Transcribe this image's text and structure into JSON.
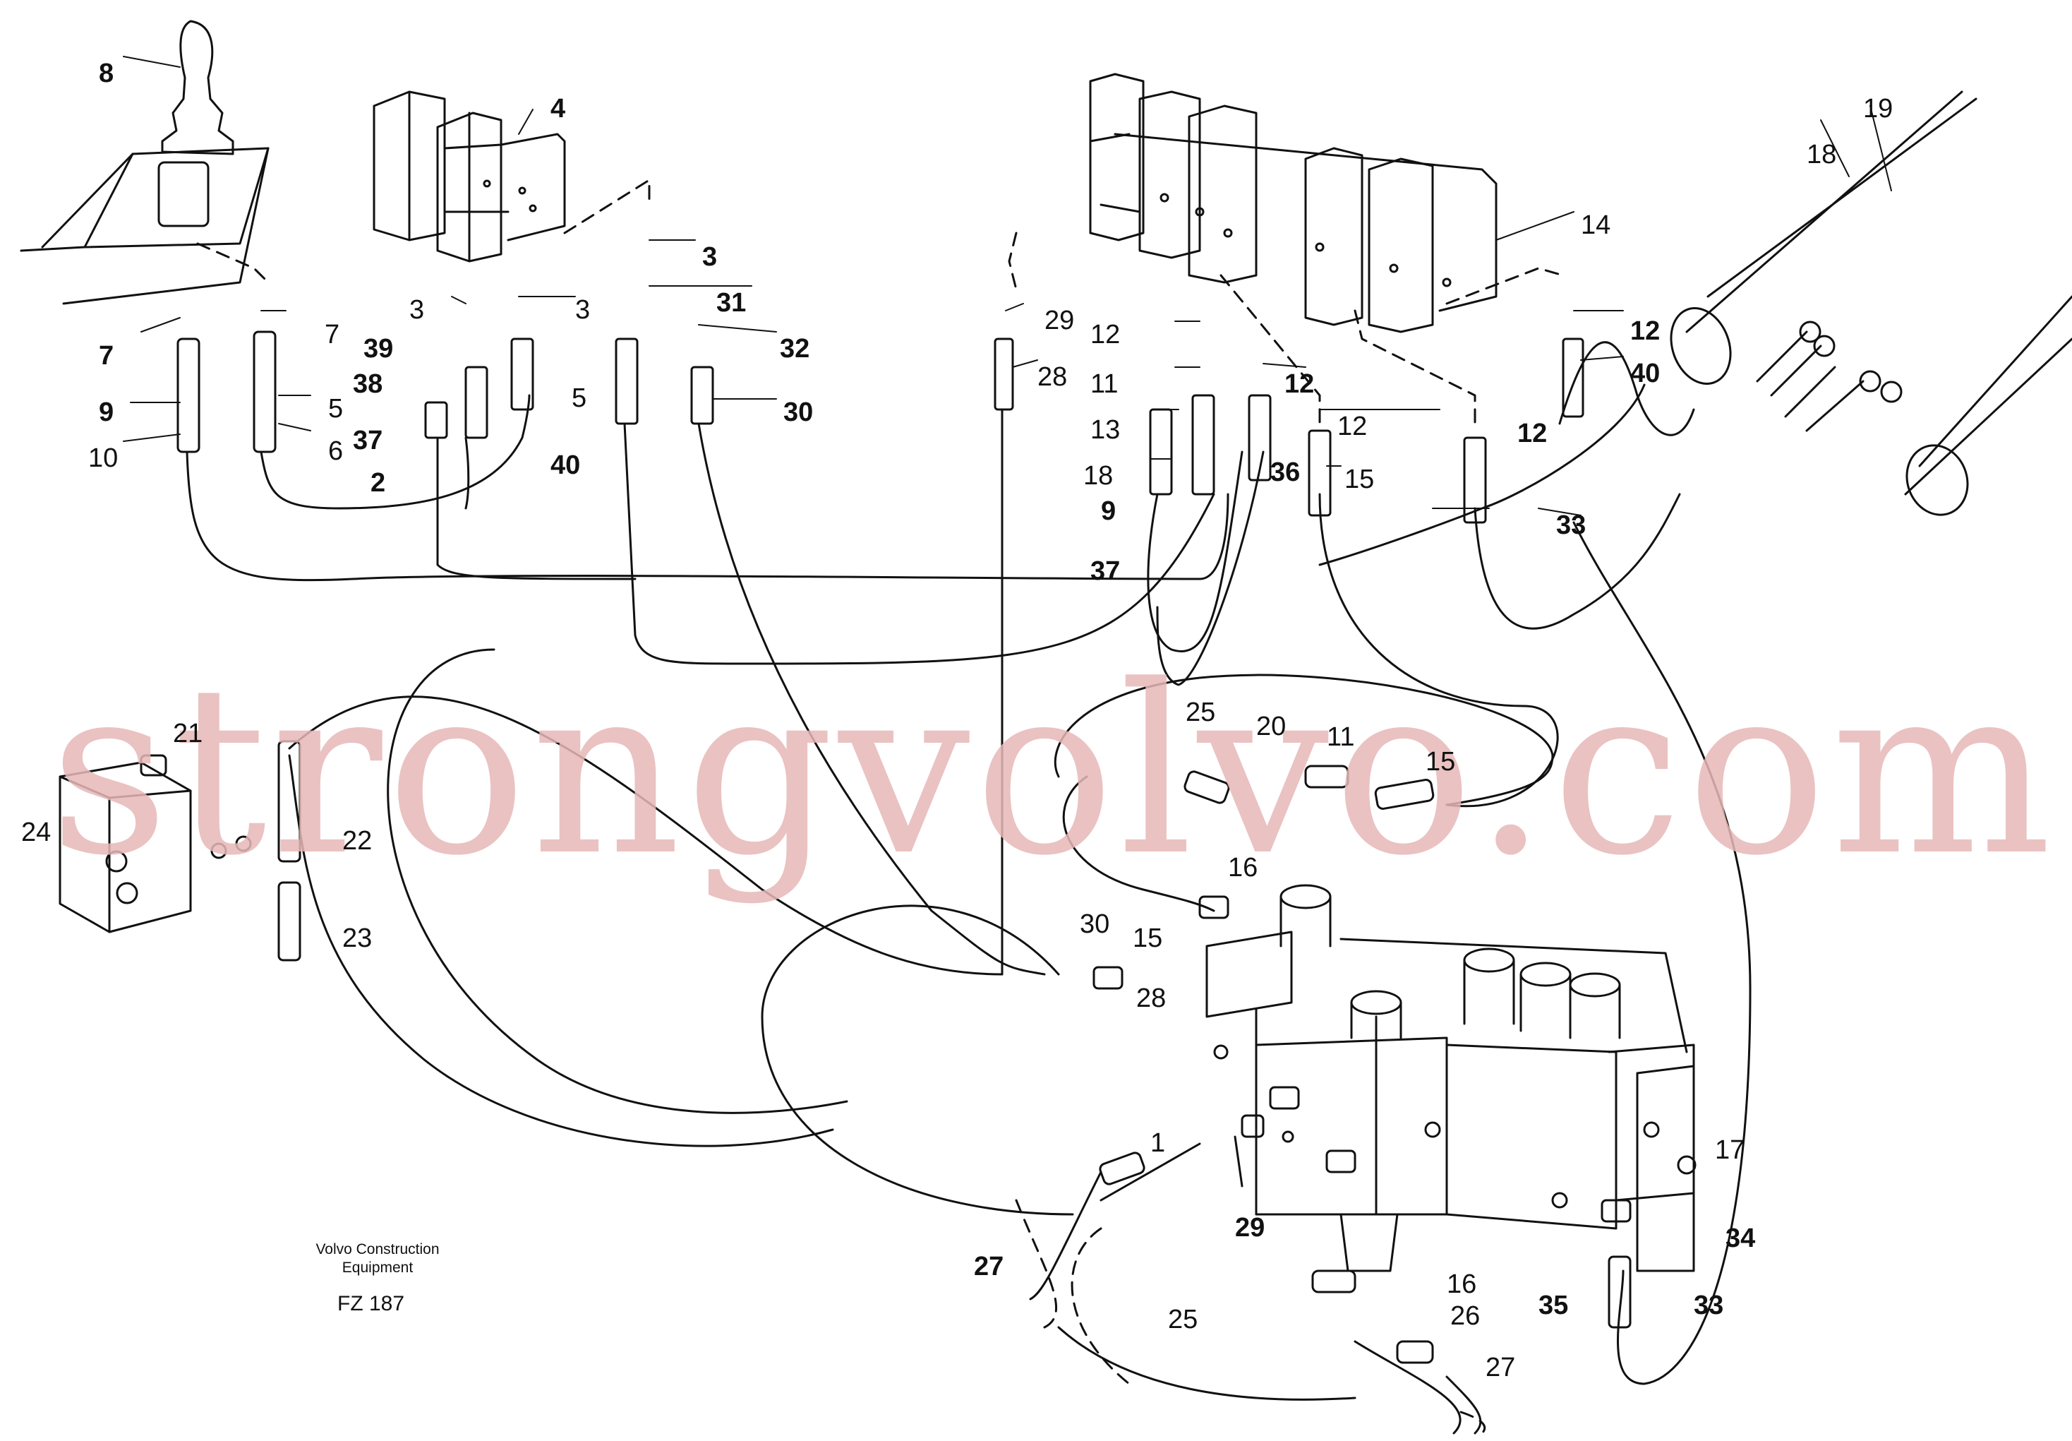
{
  "diagram": {
    "company": "Volvo Construction Equipment",
    "figure_code": "FZ 187",
    "watermark": "strongvolvo.com",
    "callouts": [
      "1",
      "2",
      "3",
      "4",
      "5",
      "6",
      "7",
      "8",
      "9",
      "10",
      "11",
      "12",
      "13",
      "14",
      "15",
      "16",
      "17",
      "18",
      "19",
      "20",
      "21",
      "22",
      "23",
      "24",
      "25",
      "26",
      "27",
      "28",
      "29",
      "30",
      "31",
      "32",
      "33",
      "34",
      "35",
      "36",
      "37",
      "38",
      "39",
      "40"
    ]
  },
  "colors": {
    "line": "#111111",
    "watermark": "#e7b8b8",
    "background": "#ffffff"
  }
}
